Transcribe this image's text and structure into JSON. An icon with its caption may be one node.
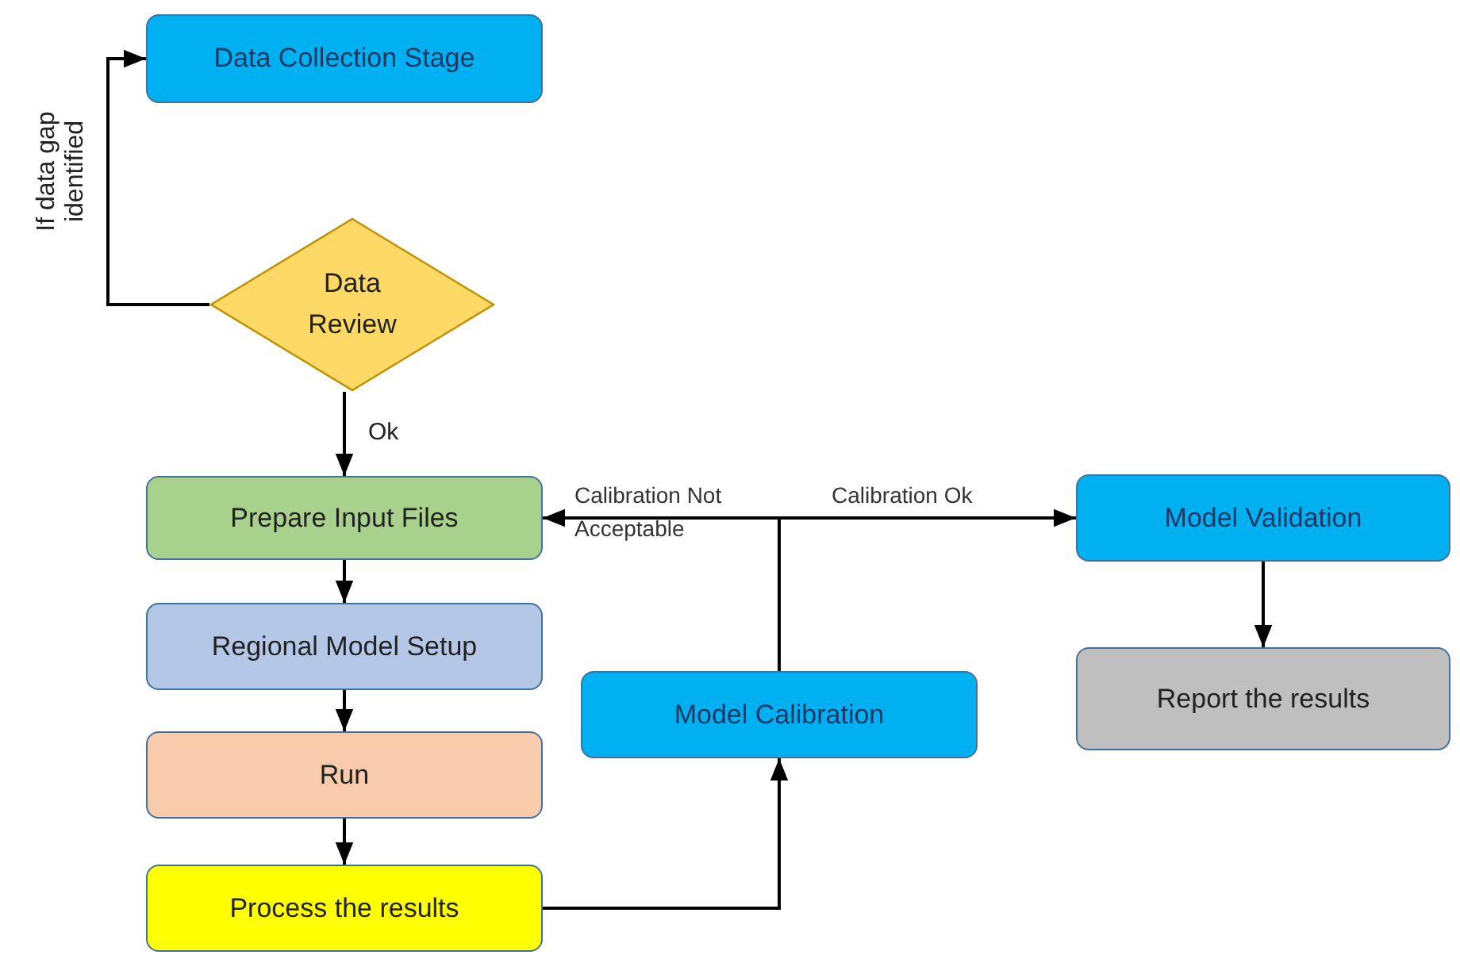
{
  "diagram": {
    "nodes": [
      {
        "text": [
          "Data Collection Stage"
        ]
      },
      {
        "text": [
          "Data Review"
        ]
      },
      {
        "text": [
          "Prepare Input Files"
        ]
      },
      {
        "text": [
          "Regional Model Setup"
        ]
      },
      {
        "text": [
          "Run"
        ]
      },
      {
        "text": [
          "Process the results"
        ]
      },
      {
        "text": [
          "Model Calibration"
        ]
      },
      {
        "text": [
          "Model Validation"
        ]
      },
      {
        "text": [
          "Report the results"
        ]
      }
    ],
    "edges": [
      {
        "from": 1,
        "to": 0,
        "arrow": "to",
        "label": "If data gap identified"
      },
      {
        "from": 1,
        "to": 2,
        "arrow": "to",
        "label": "Ok"
      },
      {
        "from": 2,
        "to": 3,
        "arrow": "to"
      },
      {
        "from": 3,
        "to": 4,
        "arrow": "to"
      },
      {
        "from": 4,
        "to": 5,
        "arrow": "to"
      },
      {
        "from": 5,
        "to": 6,
        "arrow": "to"
      },
      {
        "from": 6,
        "to": 2,
        "arrow": "to",
        "label": "Calibration Not Acceptable"
      },
      {
        "from": 6,
        "to": 7,
        "arrow": "to",
        "label": "Calibration Ok"
      },
      {
        "from": 7,
        "to": 8,
        "arrow": "to"
      }
    ]
  }
}
